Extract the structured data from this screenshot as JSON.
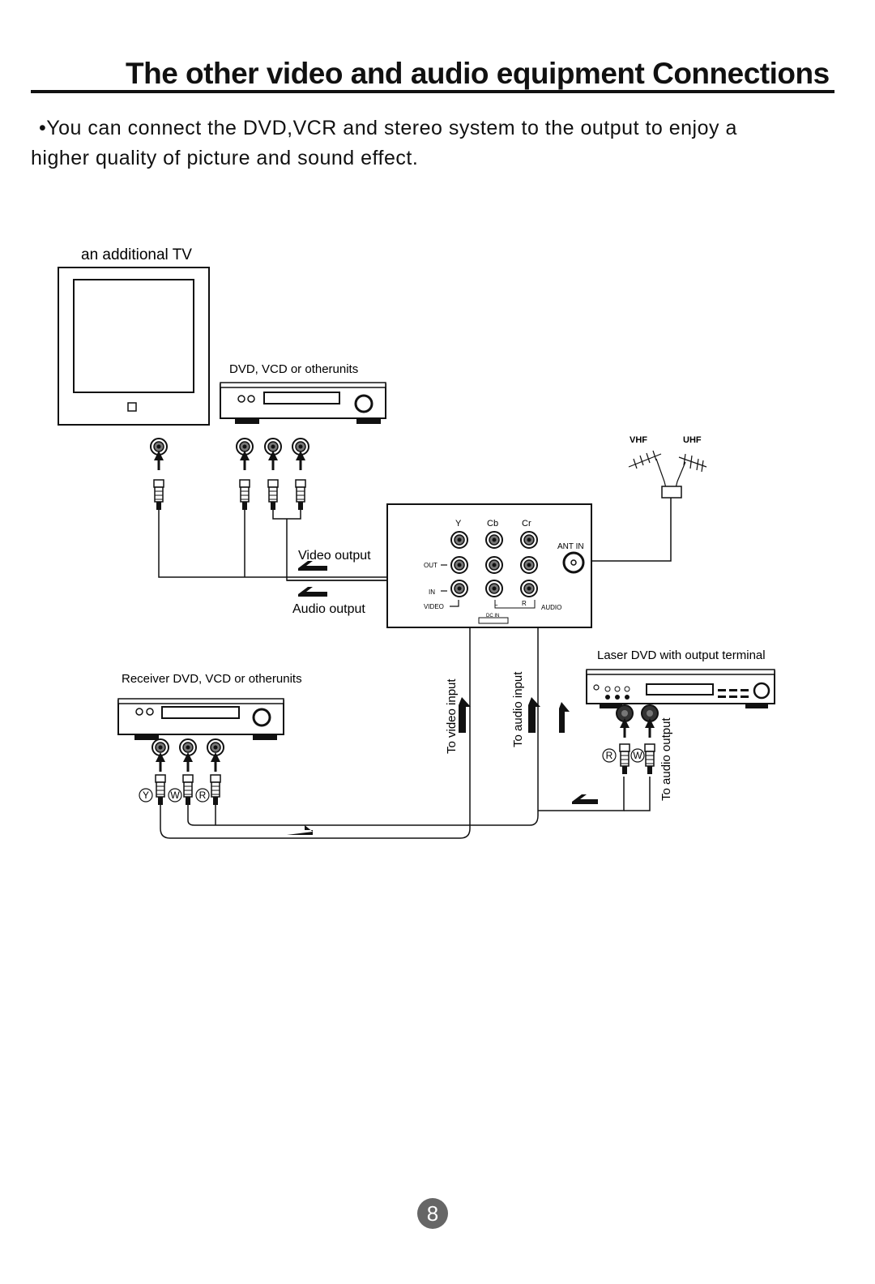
{
  "page": {
    "title": "The other video and audio equipment Connections",
    "intro_line1": "•You can connect the DVD,VCR and stereo system to the output to enjoy  a",
    "intro_line2": "higher quality of picture and sound effect.",
    "page_number": "8"
  },
  "diagram": {
    "additional_tv_label": "an additional TV",
    "top_player_label": "DVD, VCD or otherunits",
    "video_output_label": "Video output",
    "audio_output_label": "Audio output",
    "panel": {
      "y": "Y",
      "cb": "Cb",
      "cr": "Cr",
      "out": "OUT",
      "in": "IN",
      "video": "VIDEO",
      "l": "L",
      "r": "R",
      "audio": "AUDIO",
      "dc_in": "DC IN",
      "ant_in": "ANT IN"
    },
    "antenna": {
      "vhf": "VHF",
      "uhf": "UHF"
    },
    "receiver_label": "Receiver DVD, VCD or otherunits",
    "laser_dvd_label": "Laser DVD with output terminal",
    "to_video_input": "To video input",
    "to_audio_input": "To audio input",
    "to_audio_output": "To audio output",
    "plug_y": "Y",
    "plug_w": "W",
    "plug_r": "R"
  }
}
